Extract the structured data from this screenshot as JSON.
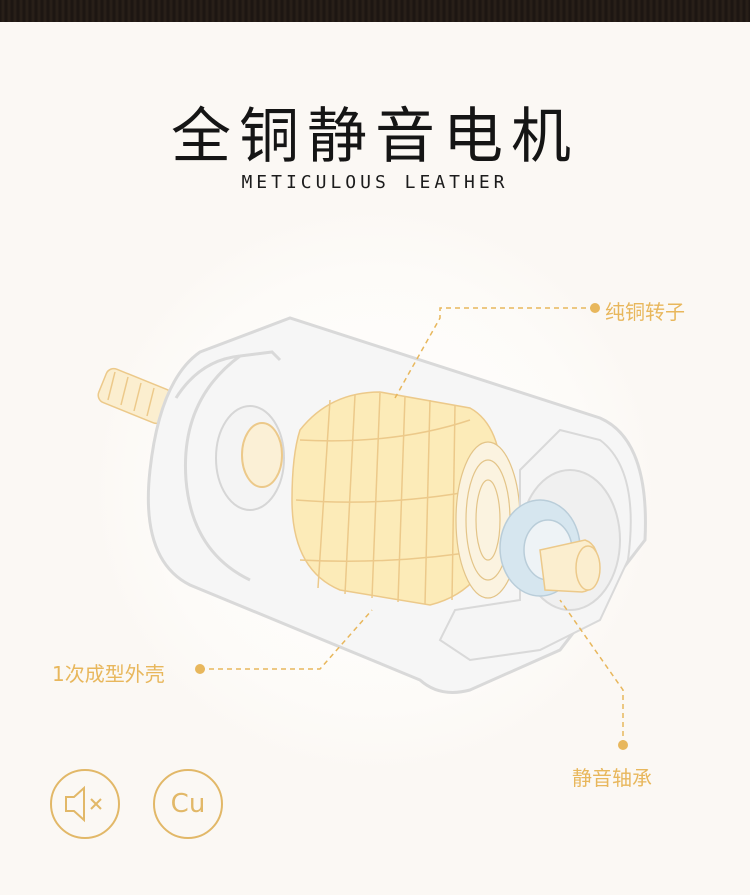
{
  "header": {
    "title": "全铜静音电机",
    "subtitle": "METICULOUS LEATHER"
  },
  "callouts": {
    "rotor": "纯铜转子",
    "shell": "1次成型外壳",
    "bearing": "静音轴承"
  },
  "badges": {
    "mute_icon": "speaker-mute-icon",
    "copper_label": "Cu"
  },
  "colors": {
    "accent": "#e8b75c",
    "rotor": "#fce8b0",
    "bearing": "#cfe2ee",
    "outline": "#d8d8d8"
  }
}
